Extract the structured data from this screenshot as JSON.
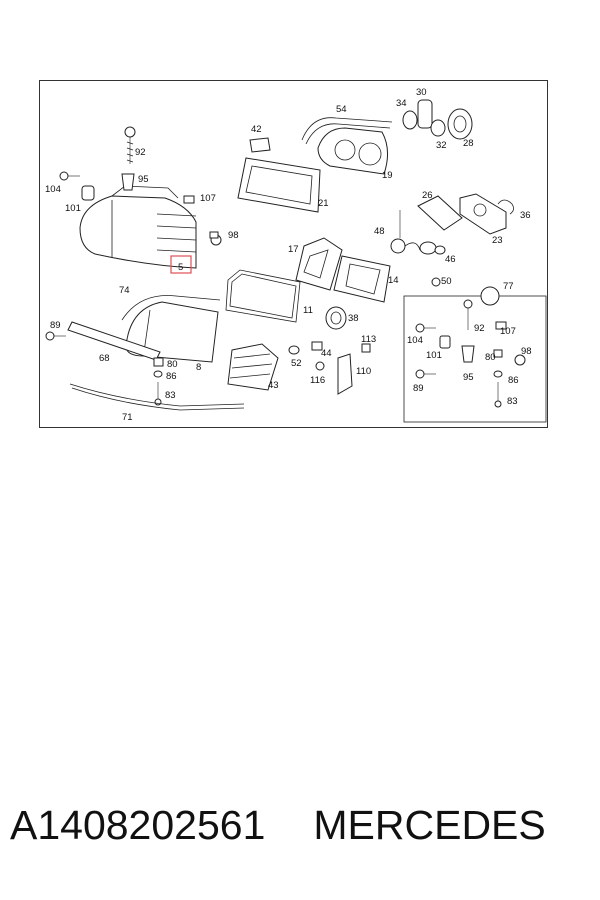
{
  "diagram": {
    "callouts": [
      "92",
      "95",
      "104",
      "101",
      "107",
      "98",
      "5",
      "42",
      "54",
      "34",
      "30",
      "32",
      "28",
      "19",
      "21",
      "26",
      "36",
      "23",
      "48",
      "17",
      "46",
      "14",
      "50",
      "77",
      "74",
      "11",
      "38",
      "89",
      "113",
      "44",
      "52",
      "116",
      "110",
      "68",
      "80",
      "86",
      "8",
      "43",
      "83",
      "71",
      "92",
      "107",
      "104",
      "101",
      "80",
      "98",
      "95",
      "86",
      "89",
      "83"
    ],
    "highlighted_callout": "5",
    "highlight_color": "#e0505a"
  },
  "caption": {
    "part_number": "A1408202561",
    "brand": "MERCEDES"
  }
}
